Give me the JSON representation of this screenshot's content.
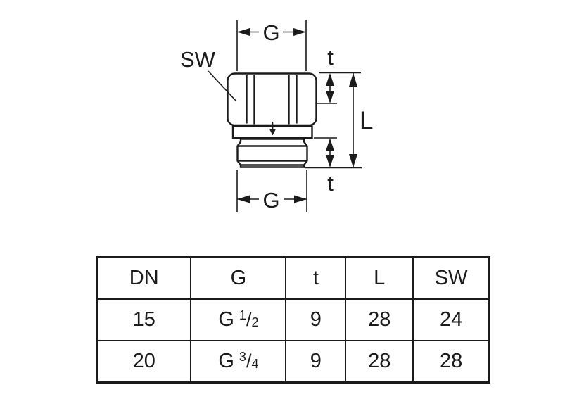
{
  "drawing": {
    "labels": {
      "g_top": "G",
      "sw": "SW",
      "t_top": "t",
      "l": "L",
      "t_bottom": "t",
      "g_bottom": "G"
    },
    "line_color": "#1b1b1b",
    "background_color": "#ffffff"
  },
  "table": {
    "headers": [
      "DN",
      "G",
      "t",
      "L",
      "SW"
    ],
    "rows": [
      {
        "dn": "15",
        "g": {
          "base": "G",
          "num": "1",
          "slash": "/",
          "den": "2"
        },
        "t": "9",
        "l": "28",
        "sw": "24"
      },
      {
        "dn": "20",
        "g": {
          "base": "G",
          "num": "3",
          "slash": "/",
          "den": "4"
        },
        "t": "9",
        "l": "28",
        "sw": "28"
      }
    ]
  }
}
